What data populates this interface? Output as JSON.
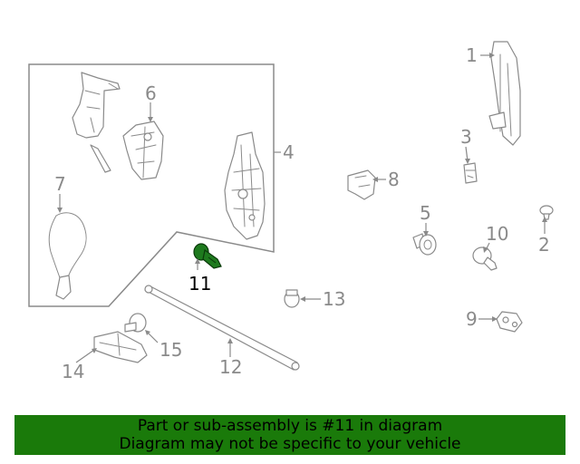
{
  "diagram": {
    "callouts": [
      "1",
      "2",
      "3",
      "4",
      "5",
      "6",
      "7",
      "8",
      "9",
      "10",
      "11",
      "12",
      "13",
      "14",
      "15"
    ],
    "highlighted_callout": "11",
    "colors": {
      "highlight": "#1e7a1e",
      "banner": "#1a7a0a",
      "line": "#8a8a8a"
    }
  },
  "banner": {
    "line1": "Part or sub-assembly is #11 in diagram",
    "line2": "Diagram may not be specific to your vehicle"
  }
}
